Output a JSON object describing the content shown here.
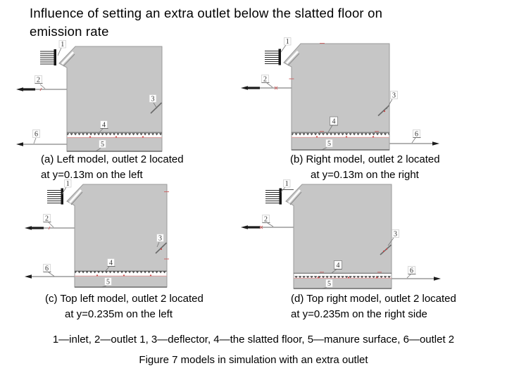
{
  "title_lines": [
    "Influence of setting an extra outlet below the slatted floor on",
    "emission rate"
  ],
  "markers": {
    "inlet": "1",
    "outlet1": "2",
    "deflector": "3",
    "slatted_floor": "4",
    "manure_surface": "5",
    "outlet2": "6"
  },
  "panels": {
    "a": {
      "caption_line1": "(a) Left model, outlet 2 located",
      "caption_line2": "at y=0.13m on the left"
    },
    "b": {
      "caption_line1": "(b) Right model, outlet 2 located",
      "caption_line2": "at y=0.13m on the right"
    },
    "c": {
      "caption_line1": "(c) Top left model, outlet 2 located",
      "caption_line2": "at y=0.235m on the left"
    },
    "d": {
      "caption_line1": "(d) Top right model, outlet 2 located",
      "caption_line2": "at y=0.235m on the right side"
    }
  },
  "legend": "1—inlet, 2—outlet 1, 3—deflector, 4—the slatted floor, 5—manure surface, 6—outlet 2",
  "figure_caption": "Figure 7 models in simulation with an extra outlet",
  "colors": {
    "box_fill": "#c6c6c6",
    "box_stroke": "#9a9a9a",
    "slat_tick": "#4a4a4a",
    "red_accent": "#c84848",
    "red_line": "#dca0a0",
    "arrow_dark": "#1c1c1c"
  }
}
